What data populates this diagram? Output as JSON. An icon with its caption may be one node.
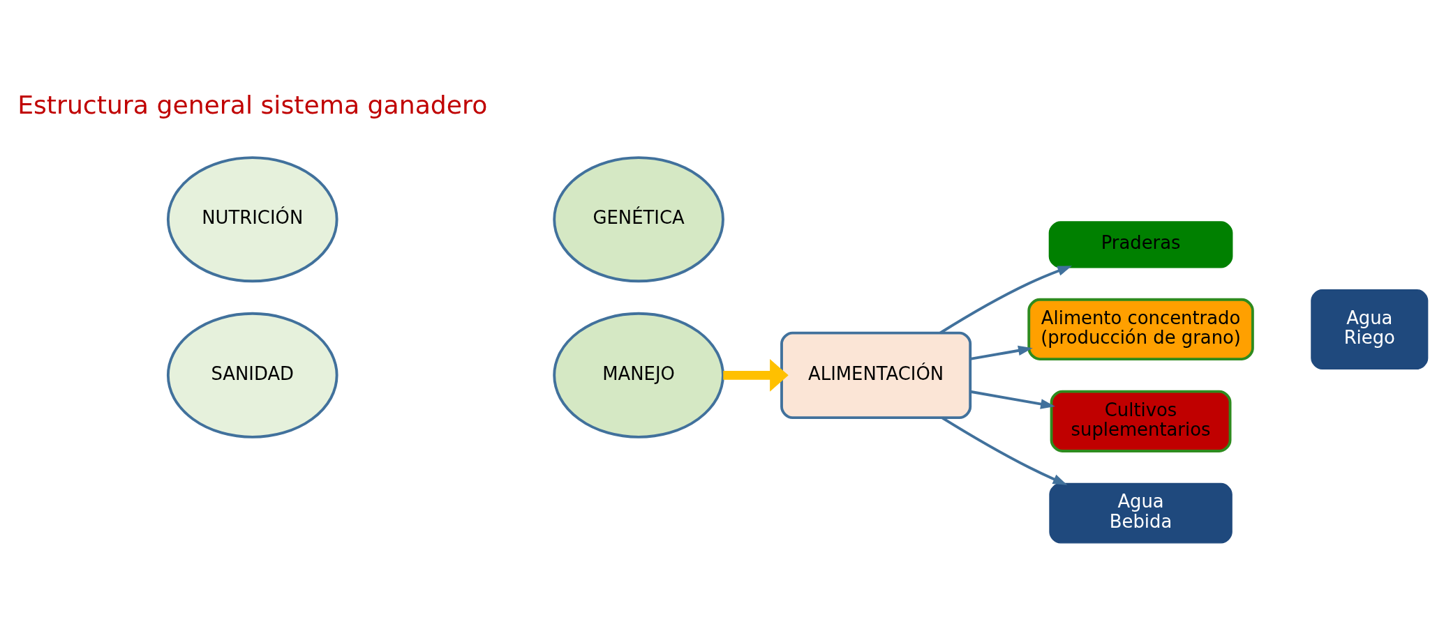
{
  "diagram": {
    "nodes": [
      {
        "text": [
          "SANIDAD"
        ]
      },
      {
        "text": [
          "MANEJO"
        ]
      },
      {
        "text": [
          "NUTRICIÓN"
        ]
      },
      {
        "text": [
          "GENÉTICA"
        ]
      },
      {
        "text": [
          "ALIMENTACIÓN"
        ]
      },
      {
        "text": [
          "Praderas"
        ]
      },
      {
        "text": [
          "Alimento concentrado (producción de grano)"
        ]
      },
      {
        "text": [
          "Cultivos suplementarios"
        ]
      },
      {
        "text": [
          "Agua Bebida"
        ]
      },
      {
        "text": [
          "Agua Riego"
        ]
      }
    ],
    "edges": [
      {
        "from": 1,
        "to": 4,
        "arrow": "to",
        "style": "thick",
        "color": "#ffc000"
      },
      {
        "from": 4,
        "to": 5,
        "arrow": "to"
      },
      {
        "from": 4,
        "to": 6,
        "arrow": "to"
      },
      {
        "from": 4,
        "to": 7,
        "arrow": "to"
      },
      {
        "from": 4,
        "to": 8,
        "arrow": "to"
      }
    ],
    "labels": [
      "Estructura general sistema ganadero"
    ]
  }
}
